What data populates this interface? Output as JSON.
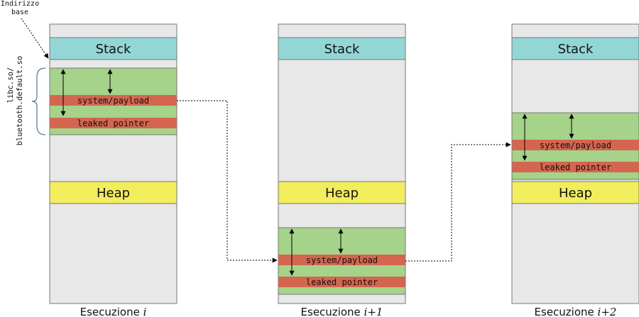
{
  "annotation": {
    "base_label_line1": "Indirizzo",
    "base_label_line2": "base",
    "lib_label_line1": "libc.so/",
    "lib_label_line2": "bluetooth.default.so"
  },
  "segments": {
    "stack": "Stack",
    "heap": "Heap",
    "system_payload": "system/payload",
    "leaked_pointer": "leaked pointer"
  },
  "executions": [
    {
      "prefix": "Esecuzione ",
      "suffix": "i"
    },
    {
      "prefix": "Esecuzione ",
      "suffix": "i+1"
    },
    {
      "prefix": "Esecuzione ",
      "suffix": "i+2"
    }
  ],
  "colors": {
    "memory_bg": "#e8e8e8",
    "stack": "#93d6d6",
    "heap": "#f2ed5c",
    "library": "#a6d38a",
    "red_band": "#d4654e",
    "border": "#777777",
    "text": "#111111"
  }
}
